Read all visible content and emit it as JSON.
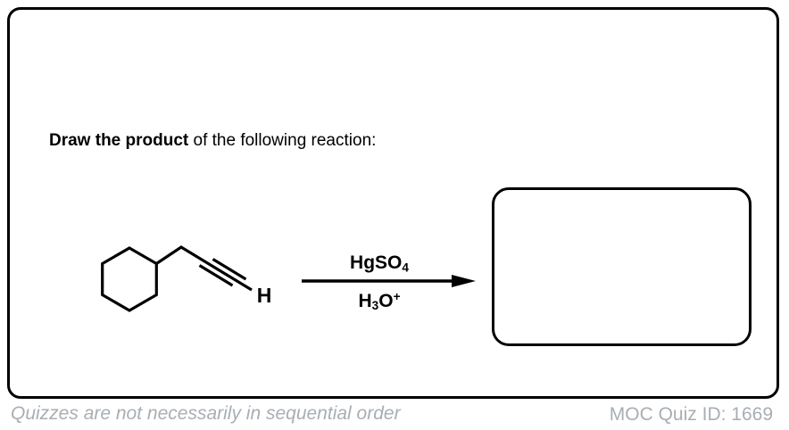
{
  "question": {
    "bold": "Draw the product",
    "rest": " of the following reaction:"
  },
  "molecule": {
    "description": "cyclohexane ring bearing a CH2 group attached to a terminal alkyne",
    "terminal_h": "H"
  },
  "reagents": {
    "above": {
      "base": "HgSO",
      "sub": "4"
    },
    "below": {
      "p1": "H",
      "sub": "3",
      "p2": "O",
      "sup": "+"
    }
  },
  "footer": {
    "note": "Quizzes are not necessarily in sequential order",
    "quiz_id": "MOC Quiz ID: 1669"
  },
  "colors": {
    "ink": "#000000",
    "muted": "#a9aeb3"
  }
}
